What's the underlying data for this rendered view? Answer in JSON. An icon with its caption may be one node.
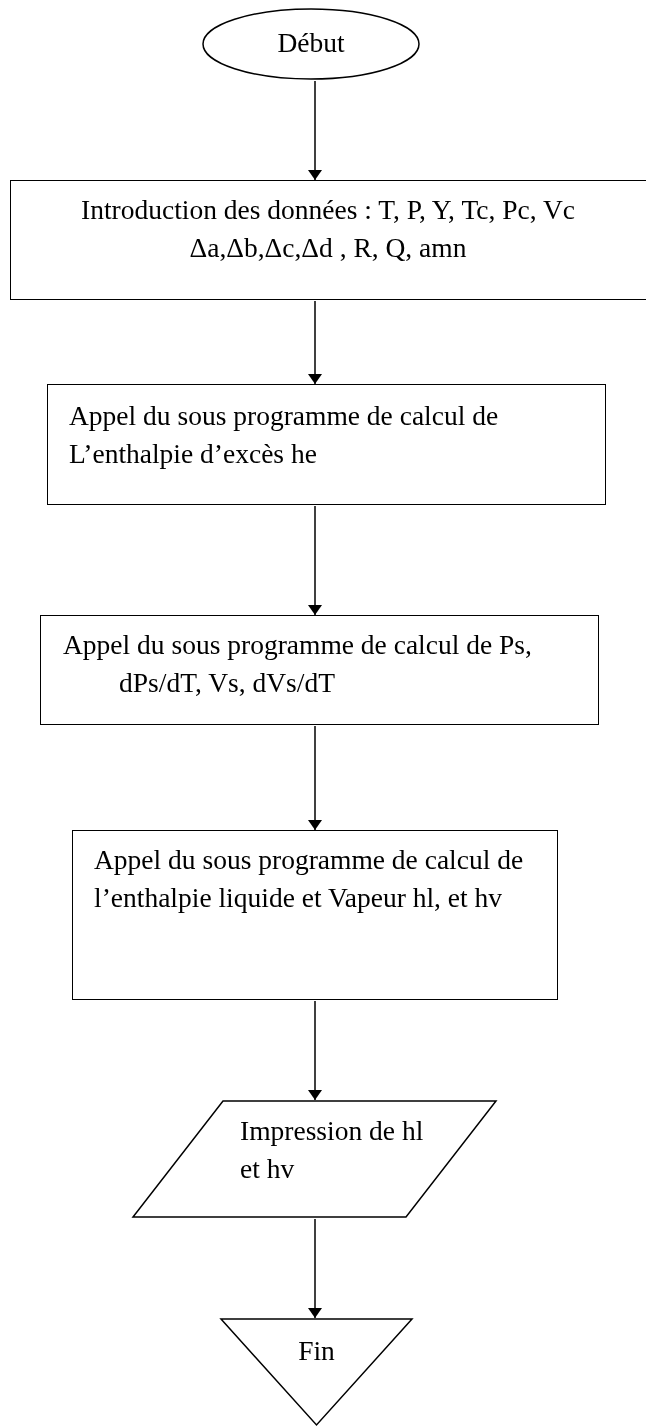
{
  "diagram": {
    "nodes": [
      {
        "text": [
          "Début"
        ]
      },
      {
        "text": [
          "Introduction des données : T, P, Y, Tc, Pc, Vc Δa,Δb,Δc,Δd , R, Q, amn"
        ]
      },
      {
        "text": [
          "Appel du sous programme de calcul de L’enthalpie d’excès he"
        ]
      },
      {
        "text": [
          "Appel du sous programme de calcul de Ps, dPs/dT, Vs, dVs/dT"
        ]
      },
      {
        "text": [
          "Appel du sous programme de calcul de l’enthalpie liquide et Vapeur hl, et hv"
        ]
      },
      {
        "text": [
          "Impression de hl et hv"
        ]
      },
      {
        "text": [
          "Fin"
        ]
      }
    ],
    "edges": [
      {
        "from": 0,
        "to": 1,
        "arrow": "to"
      },
      {
        "from": 1,
        "to": 2,
        "arrow": "to"
      },
      {
        "from": 2,
        "to": 3,
        "arrow": "to"
      },
      {
        "from": 3,
        "to": 4,
        "arrow": "to"
      },
      {
        "from": 4,
        "to": 5,
        "arrow": "to"
      },
      {
        "from": 5,
        "to": 6,
        "arrow": "to"
      }
    ]
  }
}
